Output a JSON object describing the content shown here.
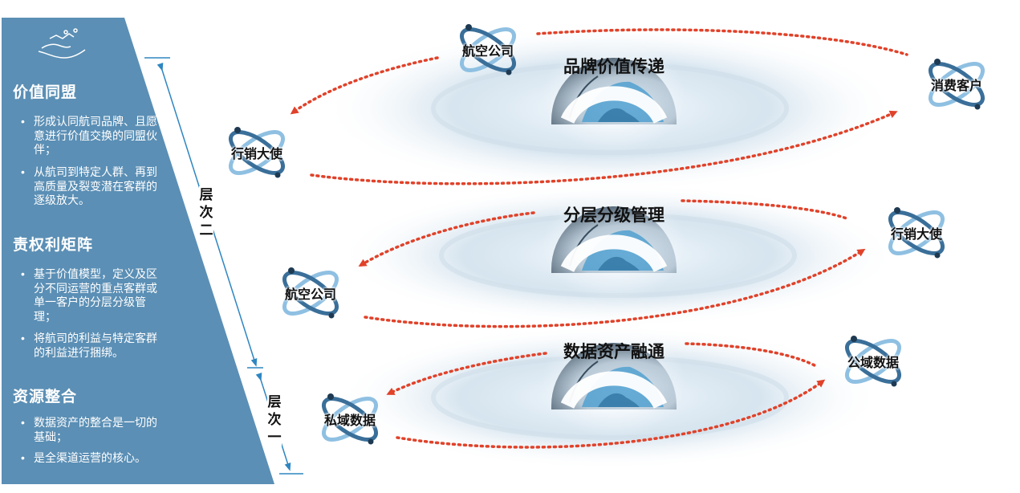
{
  "panel": {
    "color": "#5b8fb5",
    "sections": [
      {
        "title": "价值同盟",
        "bullets": [
          "形成认同航司品牌、且愿意进行价值交换的同盟伙伴；",
          "从航司到特定人群、再到高质量及裂变潜在客群的逐级放大。"
        ]
      },
      {
        "title": "责权利矩阵",
        "bullets": [
          "基于价值模型，定义及区分不同运营的重点客群或单一客户的分层分级管理；",
          "将航司的利益与特定客群的利益进行捆绑。"
        ]
      },
      {
        "title": "资源整合",
        "bullets": [
          "数据资产的整合是一切的基础；",
          "是全渠道运营的核心。"
        ]
      }
    ]
  },
  "levels": {
    "level_two": "层次二",
    "level_one": "层次一"
  },
  "tiers": [
    {
      "arc_text": "品牌价值传递",
      "left_node": "行销大使",
      "top_node": "航空公司",
      "right_node": "消费客户"
    },
    {
      "arc_text": "分层分级管理",
      "left_node": "航空公司",
      "right_node": "行销大使"
    },
    {
      "arc_text": "数据资产融通",
      "left_node": "私域数据",
      "right_node": "公域数据"
    }
  ],
  "colors": {
    "arrow": "#e0422a",
    "orbit_dark": "#3a6f99",
    "orbit_light": "#8fc0e2",
    "level_line": "#2e86c1"
  },
  "icons": [
    "handshake-icon",
    "orbit-icon",
    "globe-icon",
    "arrow-icon"
  ]
}
